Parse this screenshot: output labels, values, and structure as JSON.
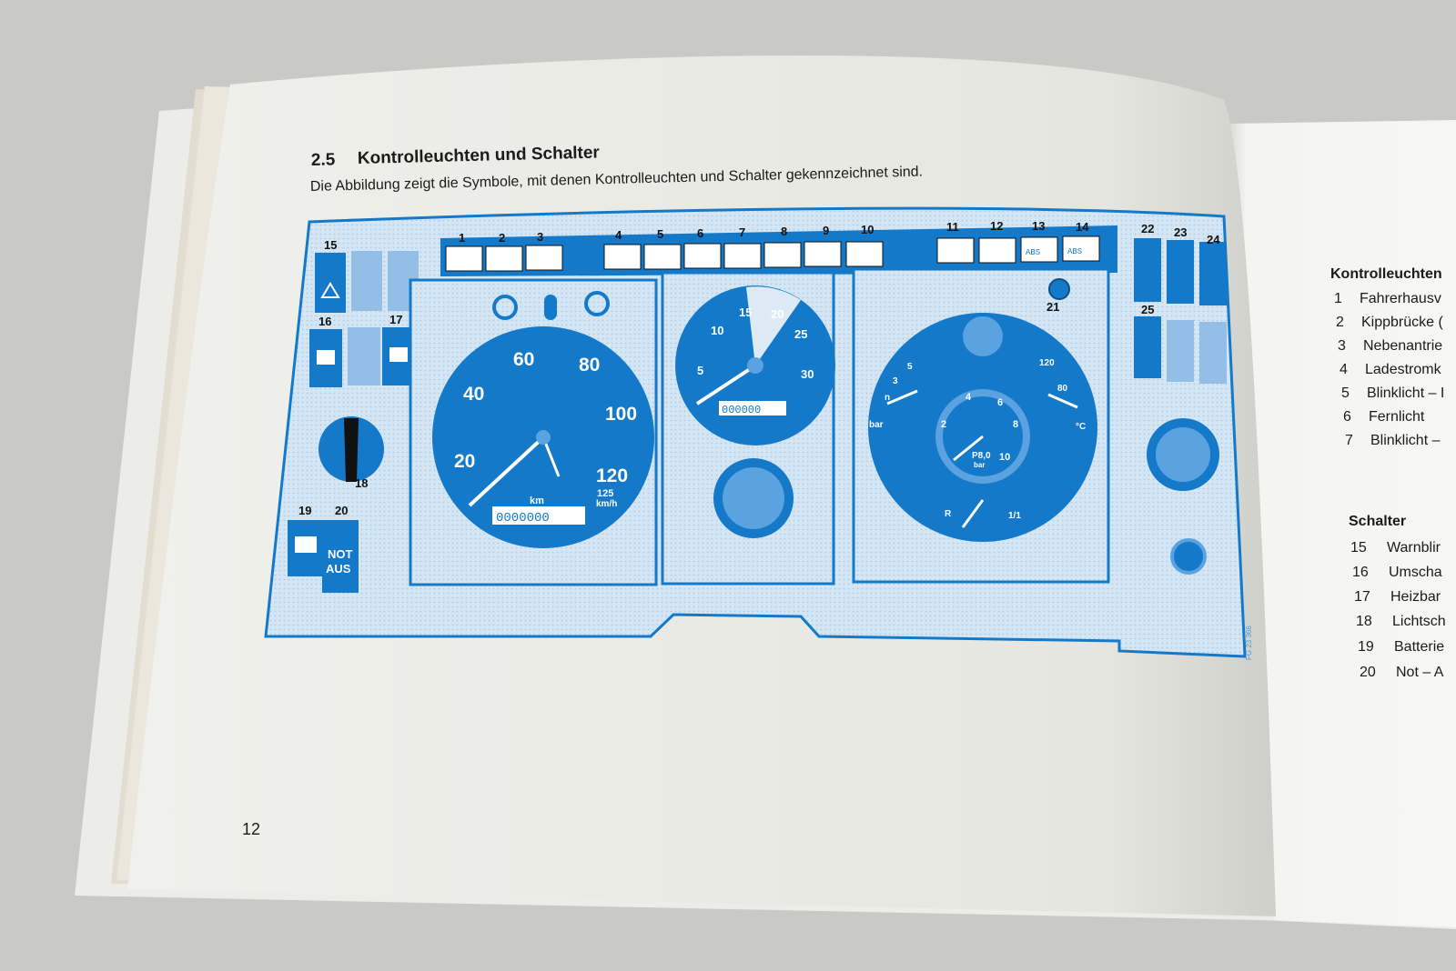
{
  "section": {
    "number": "2.5",
    "title": "Kontrolleuchten und Schalter",
    "intro": "Die Abbildung zeigt die Symbole, mit denen Kontrolleuchten und Schalter gekennzeichnet sind."
  },
  "page_number": "12",
  "figure": {
    "callouts": [
      "1",
      "2",
      "3",
      "4",
      "5",
      "6",
      "7",
      "8",
      "9",
      "10",
      "11",
      "12",
      "13",
      "14",
      "15",
      "16",
      "17",
      "18",
      "19",
      "20",
      "21",
      "22",
      "23",
      "24",
      "25"
    ],
    "speedometer_labels": [
      "20",
      "40",
      "60",
      "80",
      "100",
      "120"
    ],
    "speedometer_unit_km": "km",
    "speedometer_max": "125",
    "speedometer_unit": "km/h",
    "odometer": "0000000",
    "tachometer_labels": [
      "5",
      "10",
      "15",
      "20",
      "25",
      "30"
    ],
    "tachometer_counter": "000000",
    "oil_pressure_labels": [
      "3",
      "5",
      "n"
    ],
    "oil_pressure_unit": "bar",
    "temp_labels": [
      "120",
      "80"
    ],
    "temp_unit": "°C",
    "air_pressure_labels": [
      "2",
      "4",
      "6",
      "8",
      "10"
    ],
    "air_pressure_value": "P8,0",
    "air_pressure_unit": "bar",
    "fuel_labels": [
      "R",
      "1/1"
    ],
    "notaus_label_line1": "NOT",
    "notaus_label_line2": "AUS",
    "abs_label": "ABS",
    "figure_code": "FG 23 366"
  },
  "right_page": {
    "kontroll_heading": "Kontrolleuchten",
    "kontroll_items": [
      {
        "num": "1",
        "text": "Fahrerhausv"
      },
      {
        "num": "2",
        "text": "Kippbrücke ("
      },
      {
        "num": "3",
        "text": "Nebenantrie"
      },
      {
        "num": "4",
        "text": "Ladestromk"
      },
      {
        "num": "5",
        "text": "Blinklicht – I"
      },
      {
        "num": "6",
        "text": "Fernlicht"
      },
      {
        "num": "7",
        "text": "Blinklicht –"
      }
    ],
    "schalter_heading": "Schalter",
    "schalter_items": [
      {
        "num": "15",
        "text": "Warnblir"
      },
      {
        "num": "16",
        "text": "Umscha"
      },
      {
        "num": "17",
        "text": "Heizbar"
      },
      {
        "num": "18",
        "text": "Lichtsch"
      },
      {
        "num": "19",
        "text": "Batterie"
      },
      {
        "num": "20",
        "text": "Not – A"
      }
    ]
  },
  "colors": {
    "background": "#c9cac6",
    "page": "#f3f3ef",
    "instrument_blue": "#1479c9",
    "panel_light": "#dde9f4",
    "panel_mid": "#93bfe6"
  }
}
